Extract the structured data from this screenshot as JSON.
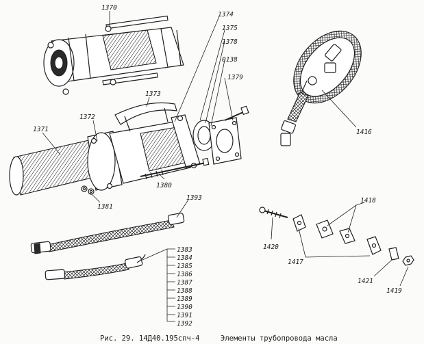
{
  "figure": {
    "caption_number": "Рис. 29. 14Д40.195спч-4",
    "caption_title": "Элементы трубопровода масла"
  },
  "labels": {
    "p1370": "1370",
    "p1371": "1371",
    "p1372": "1372",
    "p1373": "1373",
    "p1374": "1374",
    "p1375": "1375",
    "p1378": "1378",
    "p0138": "0138",
    "p1379": "1379",
    "p1380": "1380",
    "p1381": "1381",
    "p1393": "1393",
    "p1383": "1383",
    "p1384": "1384",
    "p1385": "1385",
    "p1386": "1386",
    "p1387": "1387",
    "p1388": "1388",
    "p1389": "1389",
    "p1390": "1390",
    "p1391": "1391",
    "p1392": "1392",
    "p1416": "1416",
    "p1417": "1417",
    "p1418": "1418",
    "p1419": "1419",
    "p1420": "1420",
    "p1421": "1421"
  }
}
